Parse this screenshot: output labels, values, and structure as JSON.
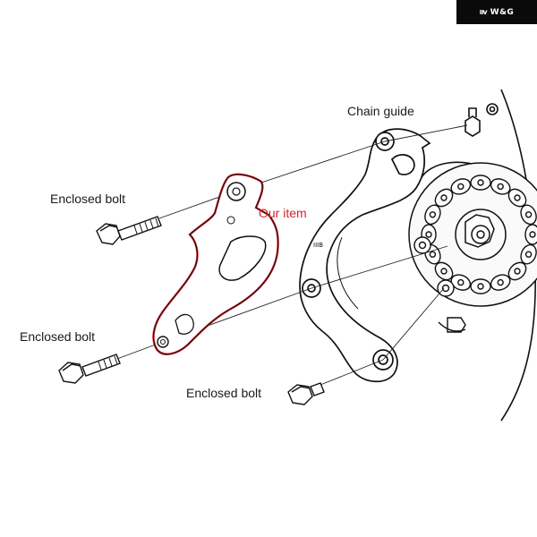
{
  "brand": {
    "text": "W&G",
    "mark": "ʬv",
    "bg_color": "#0a0a0a",
    "fg_color": "#ffffff"
  },
  "labels": {
    "chain_guide": "Chain guide",
    "our_item": "Our item",
    "bolt_top": "Enclosed bolt",
    "bolt_middle": "Enclosed bolt",
    "bolt_bottom": "Enclosed bolt"
  },
  "colors": {
    "highlight": "#d6232a",
    "line": "#111111"
  }
}
